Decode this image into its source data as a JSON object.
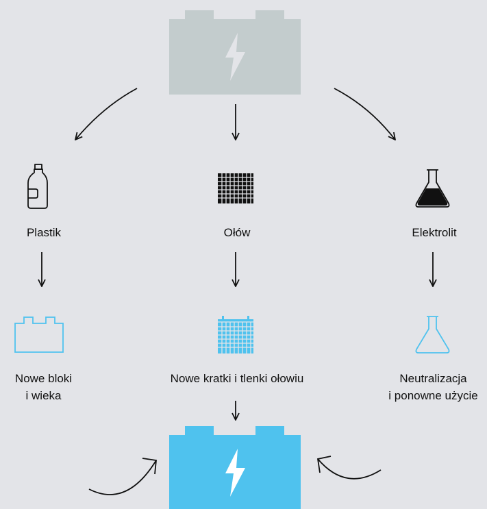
{
  "colors": {
    "background": "#e3e4e8",
    "gray_battery": "#c3cccd",
    "blue": "#4fc2ee",
    "arrow": "#111111"
  },
  "icons": {
    "top": "gray-battery-icon",
    "plastic": "plastic-bottle-icon",
    "lead": "lead-grid-icon",
    "electrolyte": "filled-flask-icon",
    "new_case": "battery-outline-icon",
    "new_grid": "blue-grid-icon",
    "neutral_flask": "empty-flask-icon",
    "bottom": "blue-battery-icon"
  },
  "labels": {
    "plastik": "Plastik",
    "olow": "Ołów",
    "elektrolit": "Elektrolit",
    "nowe_bloki": [
      "Nowe bloki",
      "i wieka"
    ],
    "kratki": "Nowe kratki i tlenki ołowiu",
    "neutralizacja": [
      "Neutralizacja",
      "i ponowne użycie"
    ]
  }
}
